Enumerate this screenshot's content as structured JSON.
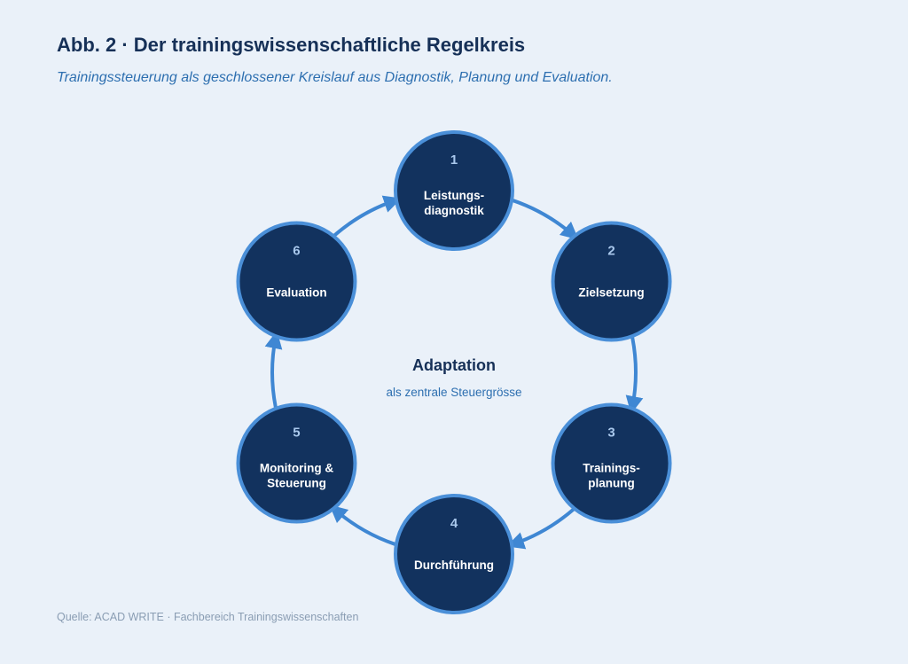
{
  "header": {
    "title": "Abb. 2 · Der trainingswissenschaftliche Regelkreis",
    "subtitle": "Trainingssteuerung als geschlossener Kreislauf aus Diagnostik, Planung und Evaluation."
  },
  "center": {
    "title": "Adaptation",
    "subtitle": "als zentrale Steuergrösse"
  },
  "nodes": [
    {
      "number": "1",
      "label_lines": [
        "Leistungs-",
        "diagnostik"
      ]
    },
    {
      "number": "2",
      "label_lines": [
        "Zielsetzung"
      ]
    },
    {
      "number": "3",
      "label_lines": [
        "Trainings-",
        "planung"
      ]
    },
    {
      "number": "4",
      "label_lines": [
        "Durchführung"
      ]
    },
    {
      "number": "5",
      "label_lines": [
        "Monitoring &",
        "Steuerung"
      ]
    },
    {
      "number": "6",
      "label_lines": [
        "Evaluation"
      ]
    }
  ],
  "footer": {
    "source": "Quelle: ACAD WRITE · Fachbereich Trainingswissenschaften"
  },
  "colors": {
    "background": "#eaf1f9",
    "node_fill": "#12325e",
    "node_stroke": "#4a8fd8",
    "arrow": "#3f87d3"
  }
}
